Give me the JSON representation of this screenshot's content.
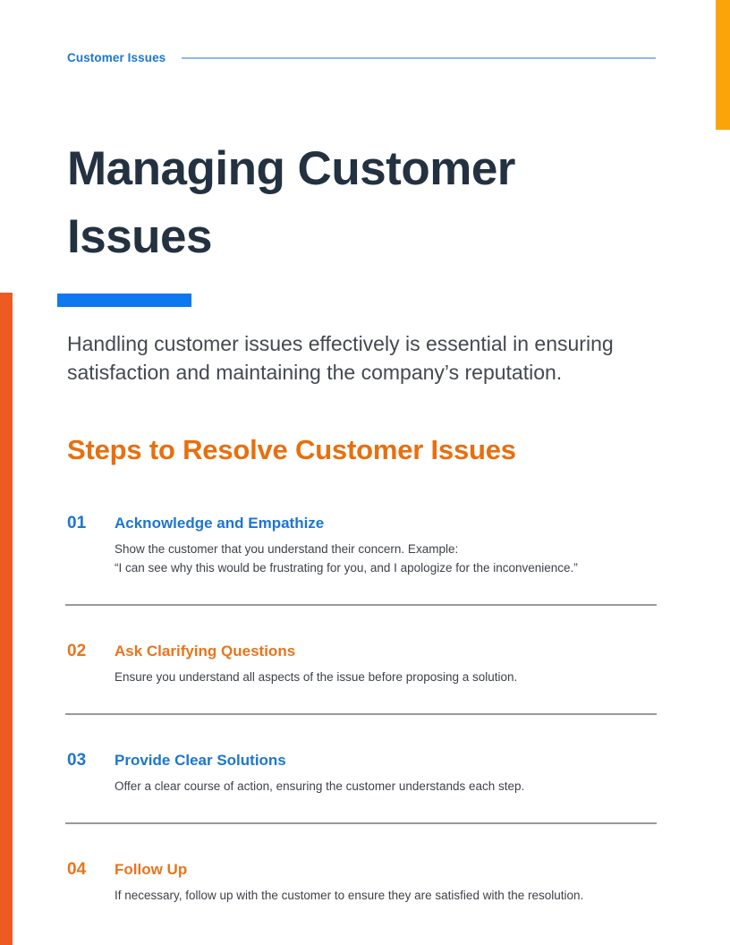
{
  "page": {
    "kicker": "Customer Issues",
    "title": "Managing Customer Issues",
    "intro": "Handling customer issues effectively is essential in ensuring satisfaction and maintaining the company’s reputation.",
    "section_title": "Steps to Resolve Customer Issues"
  },
  "steps": [
    {
      "number": "01",
      "title": "Acknowledge and Empathize",
      "body": "Show the customer that you understand their concern. Example:\n“I can see why this would be frustrating for you, and I apologize for the inconvenience.”",
      "accent": "blue"
    },
    {
      "number": "02",
      "title": "Ask Clarifying Questions",
      "body": "Ensure you understand all aspects of the issue before proposing a solution.",
      "accent": "orange"
    },
    {
      "number": "03",
      "title": "Provide Clear Solutions",
      "body": "Offer a clear course of action, ensuring the customer understands each step.",
      "accent": "blue"
    },
    {
      "number": "04",
      "title": "Follow Up",
      "body": "If necessary, follow up with the customer to ensure they are satisfied with the resolution.",
      "accent": "orange"
    }
  ],
  "colors": {
    "blue": "#1C76D0",
    "light-blue": "#8FB9E4",
    "bright-blue": "#0E78F0",
    "navy": "#233140",
    "orange": "#E86F0E",
    "step-orange": "#E8751C",
    "deep-orange": "#EE5B22",
    "amber": "#FBA40A"
  }
}
